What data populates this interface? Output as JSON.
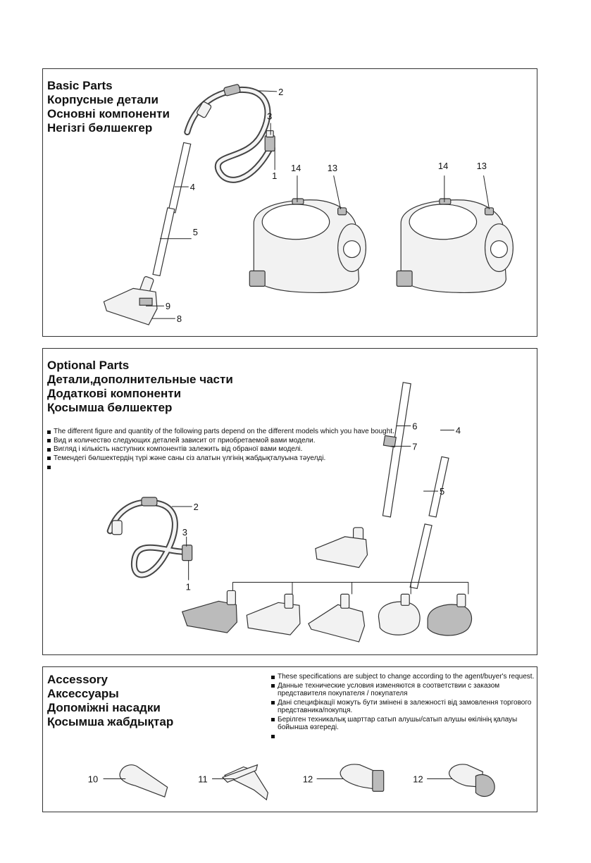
{
  "basic": {
    "titles": [
      "Basic Parts",
      "Корпусные детали",
      "Основні компоненти",
      "Негізгі бөлшекгер"
    ],
    "callouts": {
      "c1": "1",
      "c2": "2",
      "c3": "3",
      "c4": "4",
      "c5": "5",
      "c8": "8",
      "c9": "9",
      "c13a": "13",
      "c14a": "14",
      "c13b": "13",
      "c14b": "14"
    }
  },
  "optional": {
    "titles": [
      "Optional Parts",
      "Детали,дополнительные части",
      "Додаткові компоненти",
      "Қосымша бөлшектер"
    ],
    "notes": [
      "The different figure and quantity of the following parts depend on the different models which you have bought.",
      "Вид и количество следующих деталей зависит от приобретаемой вами модели.",
      "Вигляд і кількість наступних компонентів залежить від обраної вами моделі.",
      "Темендегі бөлшектердің түрі және саны сіз алатын үлгінің жабдықталуына тәуелді.",
      ""
    ],
    "callouts": {
      "c1": "1",
      "c2": "2",
      "c3": "3",
      "c4": "4",
      "c5": "5",
      "c6": "6",
      "c7": "7"
    }
  },
  "accessory": {
    "titles": [
      "Accessory",
      "Аксессуары",
      "Допоміжні насадки",
      "Қосымша жабдықтар"
    ],
    "notes": [
      "These specifications are subject to change according to the agent/buyer's request.",
      "Данные технические условия изменяются в соответствии с заказом представителя покупателя / покупателя",
      "Дані специфікації можуть бути змінені в залежності від замовлення торгового представника/покупця.",
      "Берілген техникалық шарттар сатып алушы/сатып алушы өкілінің қалауы бойынша өзгереді.",
      ""
    ],
    "callouts": {
      "c10": "10",
      "c11": "11",
      "c12a": "12",
      "c12b": "12"
    }
  },
  "icons": [
    "hose-illustration",
    "tube-illustration",
    "floor-brush-illustration",
    "vacuum-body-illustration",
    "crevice-tool-illustration",
    "upholstery-tool-illustration",
    "dusting-brush-illustration"
  ]
}
